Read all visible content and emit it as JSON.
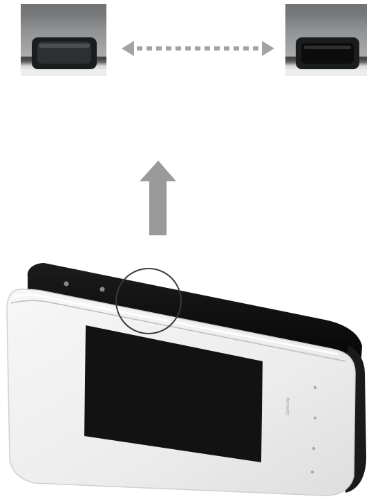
{
  "figure": {
    "panels": [
      {
        "id": "left",
        "state": "closed",
        "icon": "port-cover-closed-icon"
      },
      {
        "id": "right",
        "state": "open",
        "icon": "port-cover-open-icon"
      }
    ],
    "connector": {
      "style": "dotted",
      "direction": "both",
      "icon": "double-arrow-icon"
    },
    "pointer": {
      "direction": "up",
      "icon": "up-arrow-icon"
    },
    "highlight": {
      "shape": "circle",
      "icon": "highlight-circle-icon"
    },
    "device": {
      "icon": "device-icon",
      "brand_text": "Samsung"
    },
    "colors": {
      "arrow": "#9a9a9a",
      "device_body": "#f1f1f1",
      "device_top": "#0e0e0e",
      "screen": "#121212",
      "panel_bg": "#9fa1a3",
      "panel_top": "#6f7173"
    }
  }
}
